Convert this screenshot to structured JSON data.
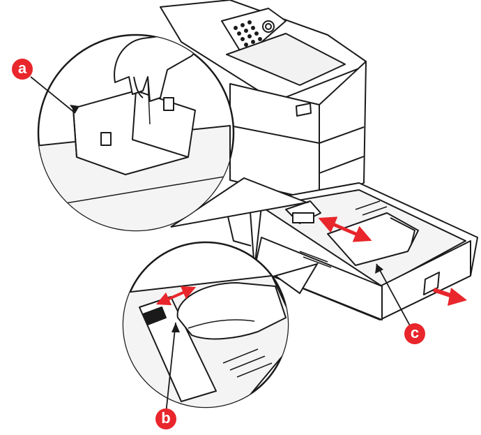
{
  "callouts": {
    "a": {
      "label": "a"
    },
    "b": {
      "label": "b"
    },
    "c": {
      "label": "c"
    }
  },
  "colors": {
    "callout": "#e8262b",
    "arrow": "#e8262b",
    "line": "#1a1a1a",
    "fill": "#ffffff",
    "shade": "#e6e6e6"
  },
  "icons": {
    "printer": "printer-icon",
    "paper_tray": "paper-tray-icon",
    "hand": "hand-icon"
  }
}
